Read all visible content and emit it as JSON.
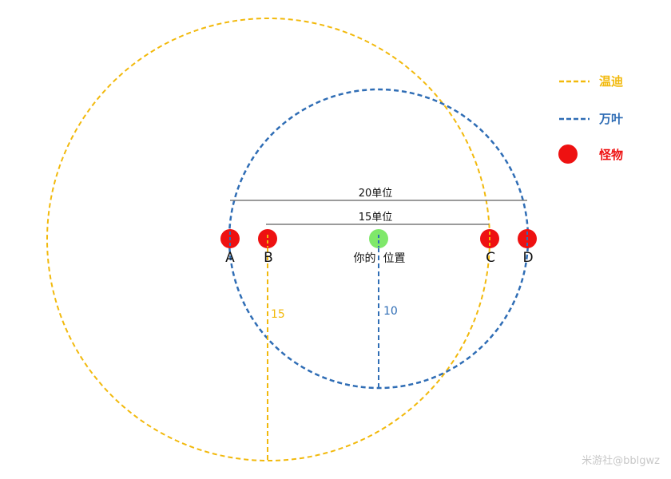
{
  "colors": {
    "wendi": "#f2b90c",
    "wanye": "#2f6db5",
    "monster": "#ee1111",
    "player": "#7fe86a",
    "ruler": "#7a7a7a"
  },
  "legend": {
    "wendi_label": "温迪",
    "wanye_label": "万叶",
    "monster_label": "怪物"
  },
  "measures": {
    "width_20": "20单位",
    "width_15": "15单位",
    "radius_wendi": "15",
    "radius_wanye": "10"
  },
  "points": {
    "a": "A",
    "b": "B",
    "c": "C",
    "d": "D",
    "player": "你的  位置"
  },
  "watermark": "米游社@bblgwz"
}
